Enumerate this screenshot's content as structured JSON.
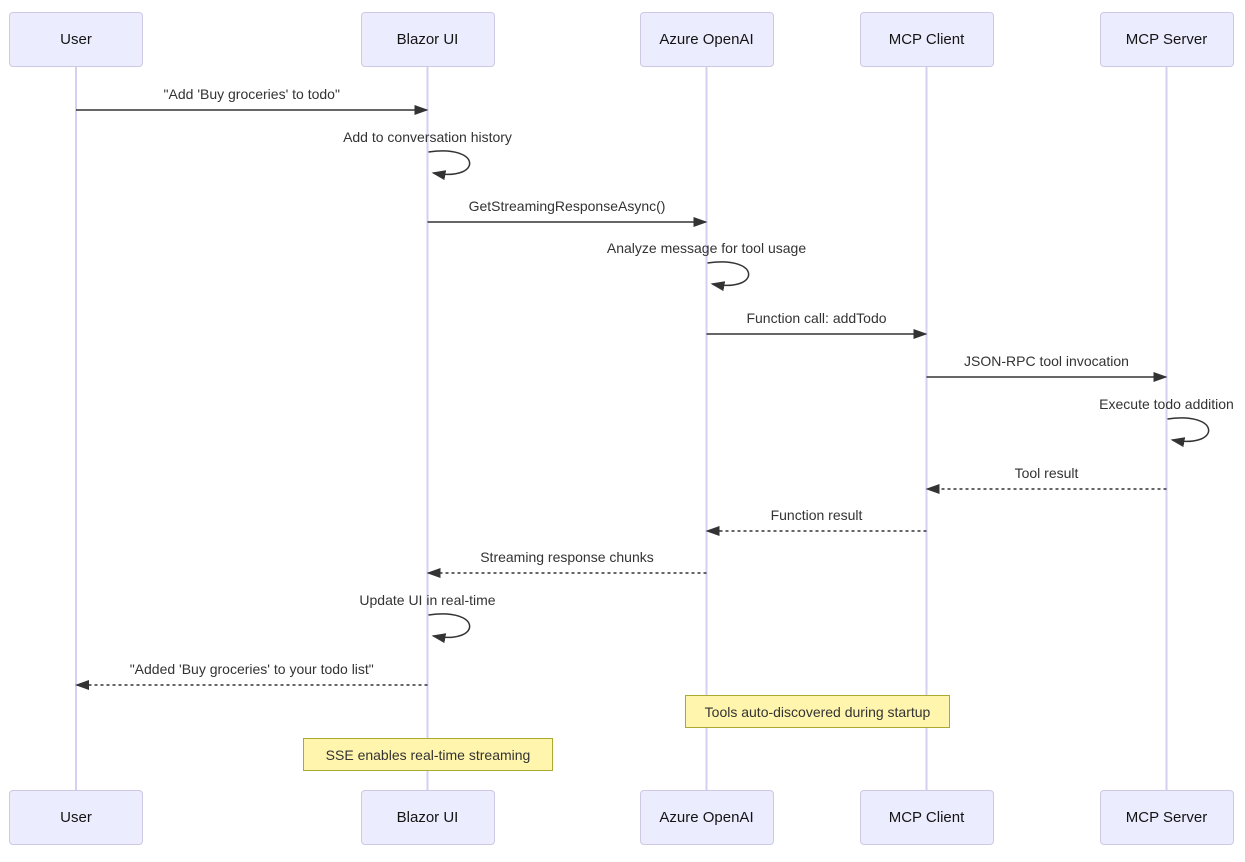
{
  "diagram": {
    "kind": "sequence-diagram"
  },
  "participants": [
    {
      "name": "User"
    },
    {
      "name": "Blazor UI"
    },
    {
      "name": "Azure OpenAI"
    },
    {
      "name": "MCP Client"
    },
    {
      "name": "MCP Server"
    }
  ],
  "messages": [
    {
      "from": "User",
      "to": "Blazor UI",
      "style": "solid",
      "text": "\"Add 'Buy groceries' to todo\""
    },
    {
      "from": "Blazor UI",
      "to": "Blazor UI",
      "style": "self",
      "text": "Add to conversation history"
    },
    {
      "from": "Blazor UI",
      "to": "Azure OpenAI",
      "style": "solid",
      "text": "GetStreamingResponseAsync()"
    },
    {
      "from": "Azure OpenAI",
      "to": "Azure OpenAI",
      "style": "self",
      "text": "Analyze message for tool usage"
    },
    {
      "from": "Azure OpenAI",
      "to": "MCP Client",
      "style": "solid",
      "text": "Function call: addTodo"
    },
    {
      "from": "MCP Client",
      "to": "MCP Server",
      "style": "solid",
      "text": "JSON-RPC tool invocation"
    },
    {
      "from": "MCP Server",
      "to": "MCP Server",
      "style": "self",
      "text": "Execute todo addition"
    },
    {
      "from": "MCP Server",
      "to": "MCP Client",
      "style": "dashed",
      "text": "Tool result"
    },
    {
      "from": "MCP Client",
      "to": "Azure OpenAI",
      "style": "dashed",
      "text": "Function result"
    },
    {
      "from": "Azure OpenAI",
      "to": "Blazor UI",
      "style": "dashed",
      "text": "Streaming response chunks"
    },
    {
      "from": "Blazor UI",
      "to": "Blazor UI",
      "style": "self",
      "text": "Update UI in real-time"
    },
    {
      "from": "Blazor UI",
      "to": "User",
      "style": "dashed",
      "text": "\"Added 'Buy groceries' to your todo list\""
    }
  ],
  "notes": [
    {
      "text": "Tools auto-discovered during startup",
      "over": [
        "Azure OpenAI",
        "MCP Client"
      ]
    },
    {
      "text": "SSE enables real-time streaming",
      "over": [
        "Blazor UI"
      ]
    }
  ],
  "colors": {
    "actor_fill": "#ECECFF",
    "actor_border": "#CDC9E4",
    "note_fill": "#FFF5AD",
    "note_border": "#AAAA33",
    "arrow": "#333333",
    "lifeline": "#D5CFF0",
    "text": "#333333"
  }
}
